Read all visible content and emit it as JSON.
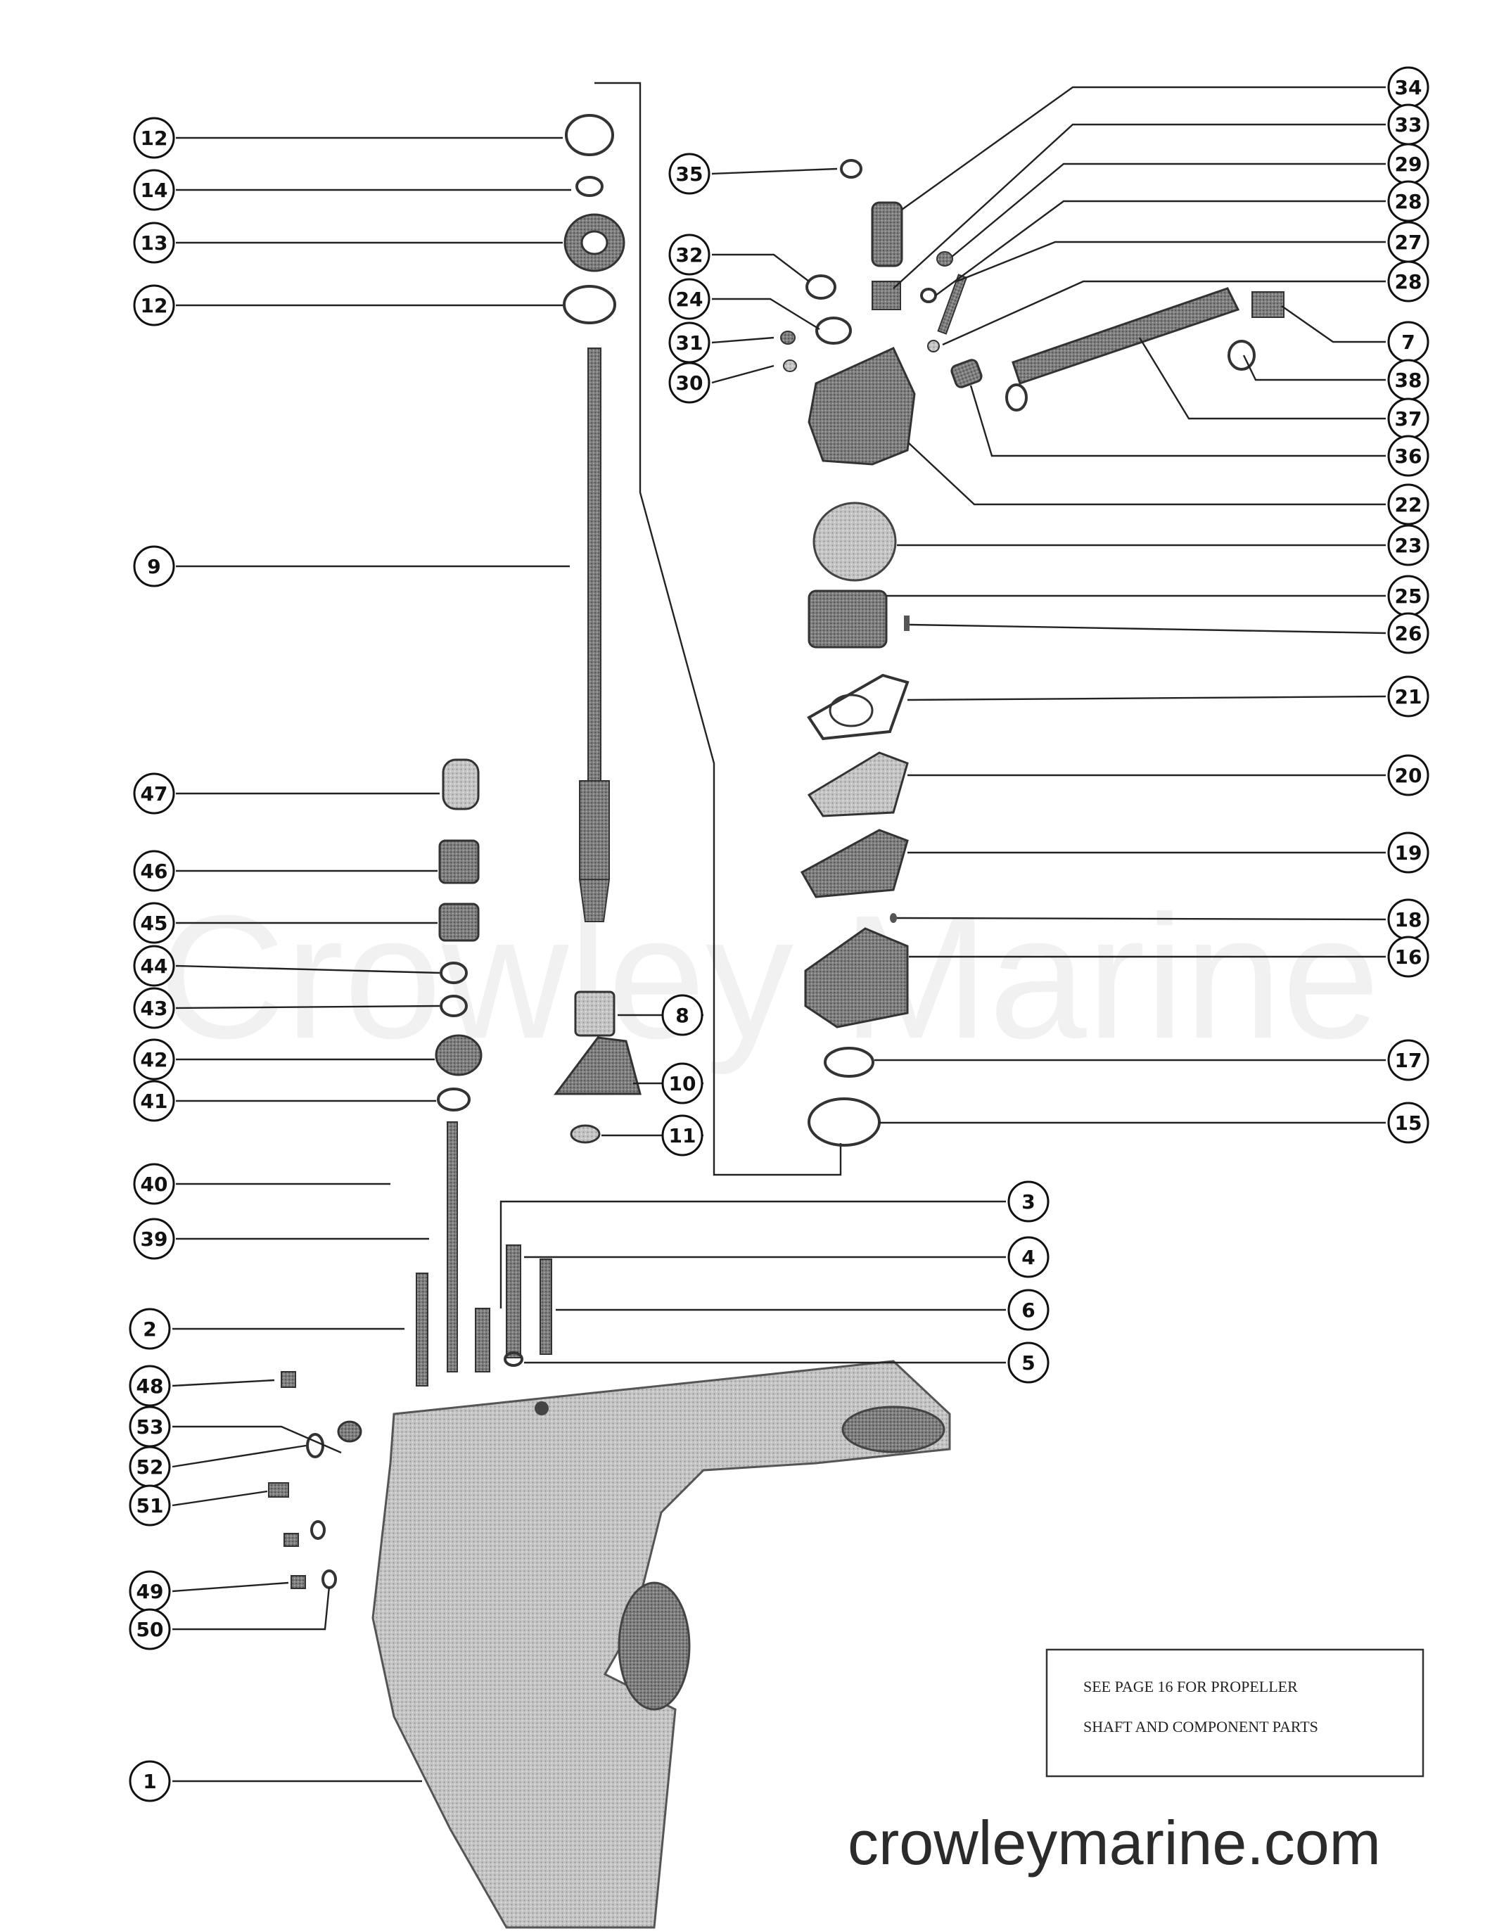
{
  "callouts": [
    {
      "label": "12"
    },
    {
      "label": "14"
    },
    {
      "label": "13"
    },
    {
      "label": "12"
    },
    {
      "label": "9"
    },
    {
      "label": "47"
    },
    {
      "label": "46"
    },
    {
      "label": "45"
    },
    {
      "label": "44"
    },
    {
      "label": "43"
    },
    {
      "label": "42"
    },
    {
      "label": "41"
    },
    {
      "label": "40"
    },
    {
      "label": "39"
    },
    {
      "label": "2"
    },
    {
      "label": "48"
    },
    {
      "label": "53"
    },
    {
      "label": "52"
    },
    {
      "label": "51"
    },
    {
      "label": "49"
    },
    {
      "label": "50"
    },
    {
      "label": "1"
    },
    {
      "label": "35"
    },
    {
      "label": "32"
    },
    {
      "label": "24"
    },
    {
      "label": "31"
    },
    {
      "label": "30"
    },
    {
      "label": "8"
    },
    {
      "label": "10"
    },
    {
      "label": "11"
    },
    {
      "label": "34"
    },
    {
      "label": "33"
    },
    {
      "label": "29"
    },
    {
      "label": "28"
    },
    {
      "label": "27"
    },
    {
      "label": "28"
    },
    {
      "label": "7"
    },
    {
      "label": "38"
    },
    {
      "label": "37"
    },
    {
      "label": "36"
    },
    {
      "label": "22"
    },
    {
      "label": "23"
    },
    {
      "label": "25"
    },
    {
      "label": "26"
    },
    {
      "label": "21"
    },
    {
      "label": "20"
    },
    {
      "label": "19"
    },
    {
      "label": "18"
    },
    {
      "label": "16"
    },
    {
      "label": "17"
    },
    {
      "label": "15"
    },
    {
      "label": "3"
    },
    {
      "label": "4"
    },
    {
      "label": "6"
    },
    {
      "label": "5"
    }
  ],
  "note": {
    "line1": "SEE PAGE 16 FOR PROPELLER",
    "line2": "SHAFT AND COMPONENT PARTS"
  },
  "watermark": "Crowley Marine",
  "site": "crowleymarine.com"
}
